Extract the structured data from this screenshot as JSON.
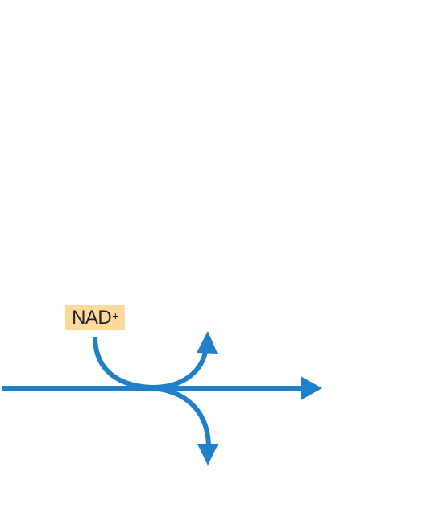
{
  "diagram": {
    "input_label": {
      "text": "NAD",
      "superscript": "+"
    },
    "colors": {
      "arrow": "#1f7fc8",
      "label_background": "#fdd99b",
      "label_text": "#222222"
    },
    "arrows": [
      "main-flow-arrow",
      "upper-branch-arrow",
      "lower-branch-arrow"
    ]
  }
}
